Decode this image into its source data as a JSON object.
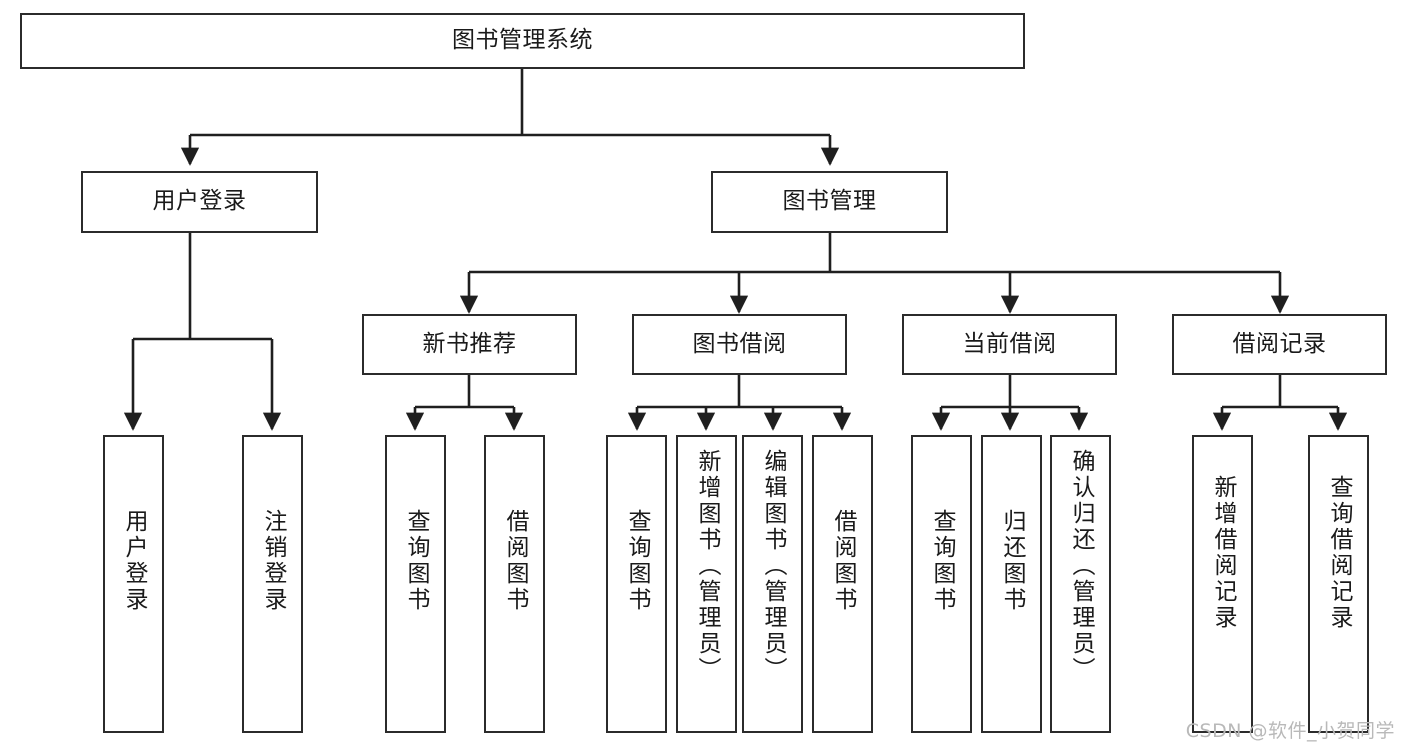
{
  "diagram": {
    "title": "图书管理系统",
    "type": "hierarchy-tree",
    "colors": {
      "box_border": "#2b2b2b",
      "box_fill": "#ffffff",
      "connector": "#1f1f1f",
      "text": "#1a1a1a",
      "watermark": "#b9b9b9"
    },
    "levels": {
      "root": {
        "label": "图书管理系统"
      },
      "level2": [
        {
          "id": "user-login",
          "label": "用户登录"
        },
        {
          "id": "book-manage",
          "label": "图书管理"
        }
      ],
      "level3": [
        {
          "id": "new-book-recommend",
          "label": "新书推荐"
        },
        {
          "id": "book-borrow",
          "label": "图书借阅"
        },
        {
          "id": "current-borrow",
          "label": "当前借阅"
        },
        {
          "id": "borrow-record",
          "label": "借阅记录"
        }
      ],
      "leaves": [
        {
          "id": "leaf-user-login",
          "label": "用户登录",
          "parent": "user-login"
        },
        {
          "id": "leaf-user-logout",
          "label": "注销登录",
          "parent": "user-login"
        },
        {
          "id": "leaf-query-book-1",
          "label": "查询图书",
          "parent": "new-book-recommend"
        },
        {
          "id": "leaf-borrow-book-1",
          "label": "借阅图书",
          "parent": "new-book-recommend"
        },
        {
          "id": "leaf-query-book-2",
          "label": "查询图书",
          "parent": "book-borrow"
        },
        {
          "id": "leaf-add-book",
          "label": "新增图书（管理员）",
          "parent": "book-borrow"
        },
        {
          "id": "leaf-edit-book",
          "label": "编辑图书（管理员）",
          "parent": "book-borrow"
        },
        {
          "id": "leaf-borrow-book-2",
          "label": "借阅图书",
          "parent": "book-borrow"
        },
        {
          "id": "leaf-query-book-3",
          "label": "查询图书",
          "parent": "current-borrow"
        },
        {
          "id": "leaf-return-book",
          "label": "归还图书",
          "parent": "current-borrow"
        },
        {
          "id": "leaf-confirm-return",
          "label": "确认归还（管理员）",
          "parent": "current-borrow"
        },
        {
          "id": "leaf-add-record",
          "label": "新增借阅记录",
          "parent": "borrow-record"
        },
        {
          "id": "leaf-query-record",
          "label": "查询借阅记录",
          "parent": "borrow-record"
        }
      ]
    }
  },
  "watermark": {
    "text": "CSDN @软件_小贺同学"
  }
}
